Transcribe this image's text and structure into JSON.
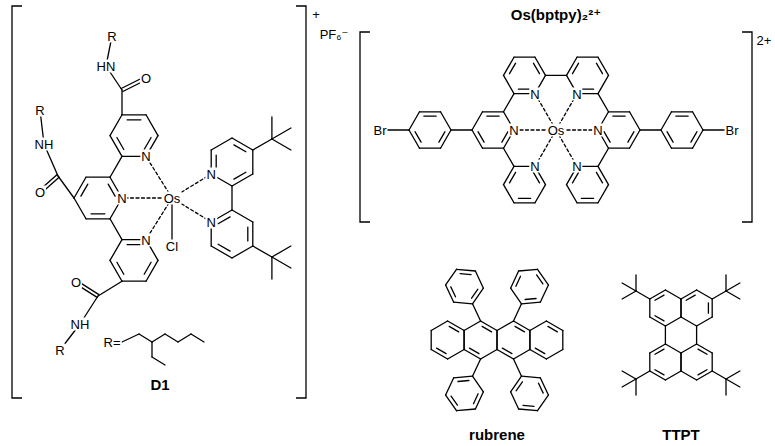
{
  "diagram": {
    "labels": [
      "+",
      "PF₆⁻",
      "R",
      "HN",
      "O",
      "R",
      "NH",
      "O",
      "N",
      "N",
      "N",
      "Os",
      "N",
      "N",
      "Cl",
      "O",
      "NH",
      "R",
      "R=",
      "D1",
      "Os(bptpy)₂²⁺",
      "2+",
      "Br",
      "N",
      "N",
      "N",
      "Os",
      "N",
      "N",
      "N",
      "Br",
      "rubrene",
      "TTPT"
    ]
  }
}
